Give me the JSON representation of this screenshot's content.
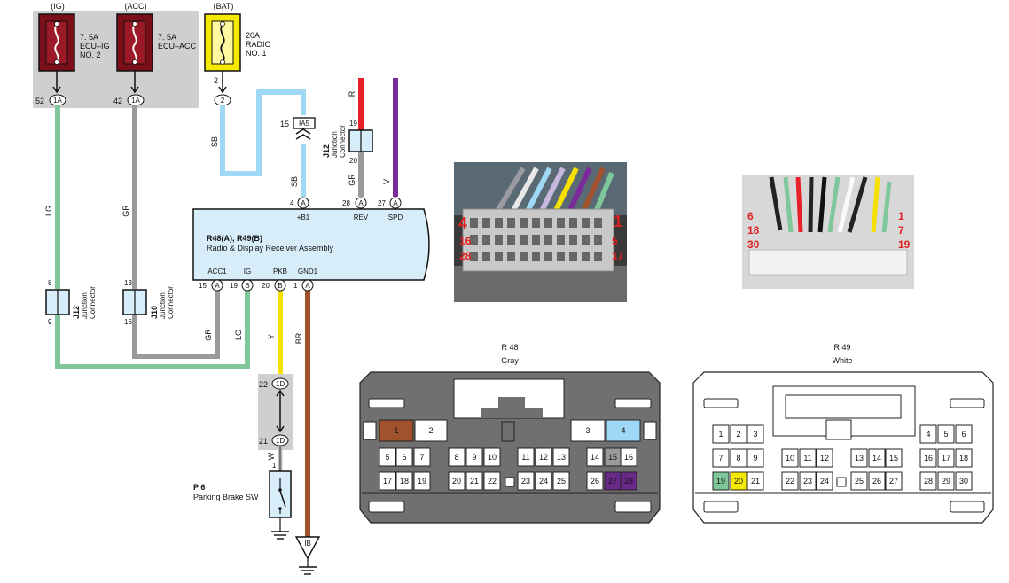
{
  "fuses": [
    {
      "source": "(IG)",
      "rating": "7. 5A",
      "name1": "ECU–IG",
      "name2": "NO. 2",
      "pin": "52",
      "connector": "1A",
      "color": "#7a0f1a"
    },
    {
      "source": "(ACC)",
      "rating": "7. 5A",
      "name1": "ECU–ACC",
      "name2": "",
      "pin": "42",
      "connector": "1A",
      "color": "#7a0f1a"
    },
    {
      "source": "(BAT)",
      "rating": "20A",
      "name1": "RADIO",
      "name2": "NO. 1",
      "pin": "2",
      "connector": "2",
      "color": "#f5e900"
    }
  ],
  "wires": {
    "lg": "LG",
    "gr": "GR",
    "sb": "SB",
    "r": "R",
    "v": "V",
    "y": "Y",
    "br": "BR",
    "w": "W"
  },
  "junctions": {
    "ia5": {
      "pin": "15",
      "label": "IA5"
    },
    "j12_top": {
      "code": "J12",
      "name1": "Junction",
      "name2": "Connector",
      "pin_top": "19",
      "pin_bottom": "20"
    },
    "j12_left": {
      "code": "J12",
      "name1": "Junction",
      "name2": "Connector",
      "pin_top": "8",
      "pin_bottom": "9"
    },
    "j10": {
      "code": "J10",
      "name1": "Junction",
      "name2": "Connector",
      "pin_top": "13",
      "pin_bottom": "16"
    },
    "d22": {
      "pin": "22",
      "label": "1D"
    },
    "d21": {
      "pin": "21",
      "label": "1D"
    }
  },
  "receiver": {
    "title": "R48(A), R49(B)",
    "subtitle": "Radio & Display Receiver Assembly",
    "top_pins": [
      {
        "num": "4",
        "conn": "A",
        "name": "+B1"
      },
      {
        "num": "28",
        "conn": "A",
        "name": "REV"
      },
      {
        "num": "27",
        "conn": "A",
        "name": "SPD"
      }
    ],
    "bottom_pins": [
      {
        "num": "15",
        "conn": "A",
        "name": "ACC1"
      },
      {
        "num": "19",
        "conn": "B",
        "name": "IG"
      },
      {
        "num": "20",
        "conn": "B",
        "name": "PKB"
      },
      {
        "num": "1",
        "conn": "A",
        "name": "GND1"
      }
    ]
  },
  "parking_brake": {
    "code": "P 6",
    "name": "Parking Brake SW",
    "pin": "1"
  },
  "ground": {
    "label": "IB"
  },
  "photos": {
    "left": {
      "labels": [
        "4",
        "16",
        "28",
        "1",
        "5",
        "17"
      ]
    },
    "right": {
      "labels": [
        "6",
        "18",
        "30",
        "1",
        "7",
        "19"
      ]
    }
  },
  "r48": {
    "title": "R 48",
    "subtitle": "Gray",
    "row1": [
      "1",
      "2",
      "3",
      "4"
    ],
    "row2": [
      "5",
      "6",
      "7",
      "8",
      "9",
      "10",
      "11",
      "12",
      "13",
      "14",
      "15",
      "16"
    ],
    "row3": [
      "17",
      "18",
      "19",
      "20",
      "21",
      "22",
      "23",
      "24",
      "25",
      "26",
      "27",
      "28"
    ],
    "highlights": {
      "1": "#a0522d",
      "4": "#9fd8f5",
      "15": "#9a9a9a",
      "27": "#6a2a8a",
      "28": "#6a2a8a"
    }
  },
  "r49": {
    "title": "R 49",
    "subtitle": "White",
    "row1": [
      "1",
      "2",
      "3",
      "4",
      "5",
      "6"
    ],
    "row2": [
      "7",
      "8",
      "9",
      "10",
      "11",
      "12",
      "13",
      "14",
      "15",
      "16",
      "17",
      "18"
    ],
    "row3": [
      "19",
      "20",
      "21",
      "22",
      "23",
      "24",
      "25",
      "26",
      "27",
      "28",
      "29",
      "30"
    ],
    "highlights": {
      "19": "#7fc79a",
      "20": "#f5e900"
    }
  },
  "colors": {
    "lg_wire": "#7fc79a",
    "gr_wire": "#9a9a9a",
    "sb_wire": "#9fd8f5",
    "r_wire": "#e8202a",
    "v_wire": "#7a2a9a",
    "y_wire": "#f5e000",
    "br_wire": "#a0522d",
    "panel": "#cfcfcf",
    "receiver_fill": "#d7eefa",
    "r48_body": "#707070"
  }
}
